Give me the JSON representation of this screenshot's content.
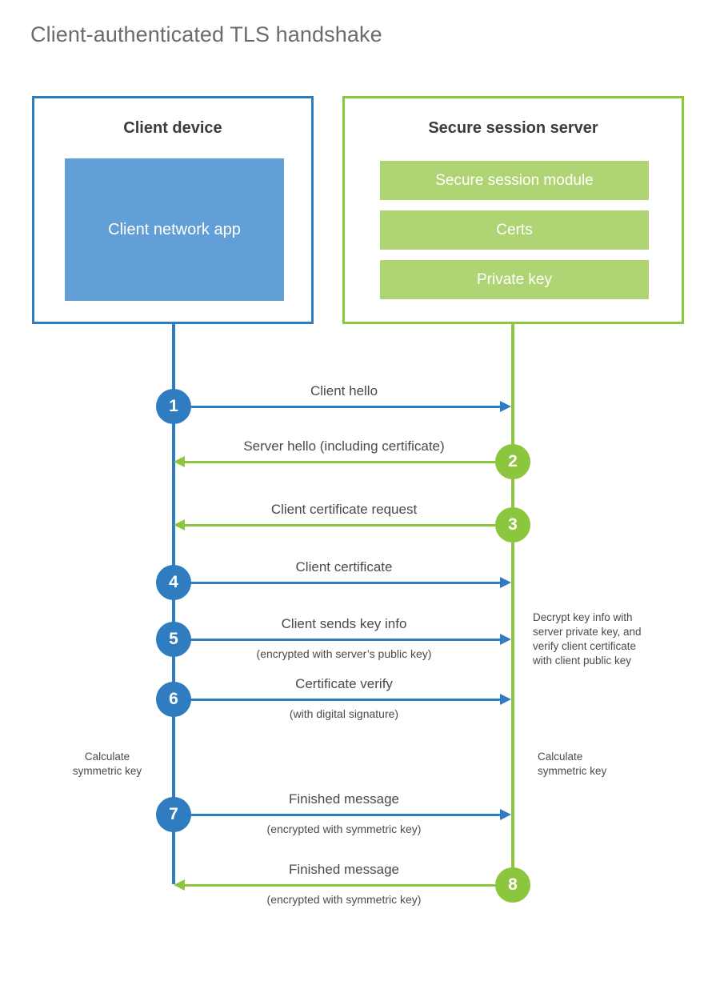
{
  "title": "Client-authenticated TLS handshake",
  "colors": {
    "client_blue": "#2f7dc0",
    "client_app_fill": "#619fd6",
    "server_green": "#8cc63e",
    "server_bar_fill": "#afd474",
    "title_gray": "#6b6b6b",
    "text_gray": "#4a4a4a"
  },
  "actors": {
    "client": {
      "title": "Client device",
      "app_label": "Client network app"
    },
    "server": {
      "title": "Secure session server",
      "components": [
        {
          "label": "Secure session module"
        },
        {
          "label": "Certs"
        },
        {
          "label": "Private key"
        }
      ]
    }
  },
  "messages": [
    {
      "step": "1",
      "label": "Client hello",
      "sublabel": "",
      "direction": "client-to-server",
      "color": "blue"
    },
    {
      "step": "2",
      "label": "Server hello (including certificate)",
      "sublabel": "",
      "direction": "server-to-client",
      "color": "green"
    },
    {
      "step": "3",
      "label": "Client certificate request",
      "sublabel": "",
      "direction": "server-to-client",
      "color": "green"
    },
    {
      "step": "4",
      "label": "Client certificate",
      "sublabel": "",
      "direction": "client-to-server",
      "color": "blue"
    },
    {
      "step": "5",
      "label": "Client sends key info",
      "sublabel": "(encrypted with server’s public key)",
      "direction": "client-to-server",
      "color": "blue"
    },
    {
      "step": "6",
      "label": "Certificate verify",
      "sublabel": "(with digital signature)",
      "direction": "client-to-server",
      "color": "blue"
    },
    {
      "step": "7",
      "label": "Finished message",
      "sublabel": "(encrypted with symmetric key)",
      "direction": "client-to-server",
      "color": "blue"
    },
    {
      "step": "8",
      "label": "Finished message",
      "sublabel": "(encrypted with symmetric key)",
      "direction": "server-to-client",
      "color": "green"
    }
  ],
  "notes": {
    "server_decrypt": {
      "line1": "Decrypt key info with",
      "line2": "server private key, and",
      "line3": "verify client certificate",
      "line4": "with client public key"
    },
    "client_calculate": {
      "line1": "Calculate",
      "line2": "symmetric key"
    },
    "server_calculate": {
      "line1": "Calculate",
      "line2": "symmetric key"
    }
  }
}
